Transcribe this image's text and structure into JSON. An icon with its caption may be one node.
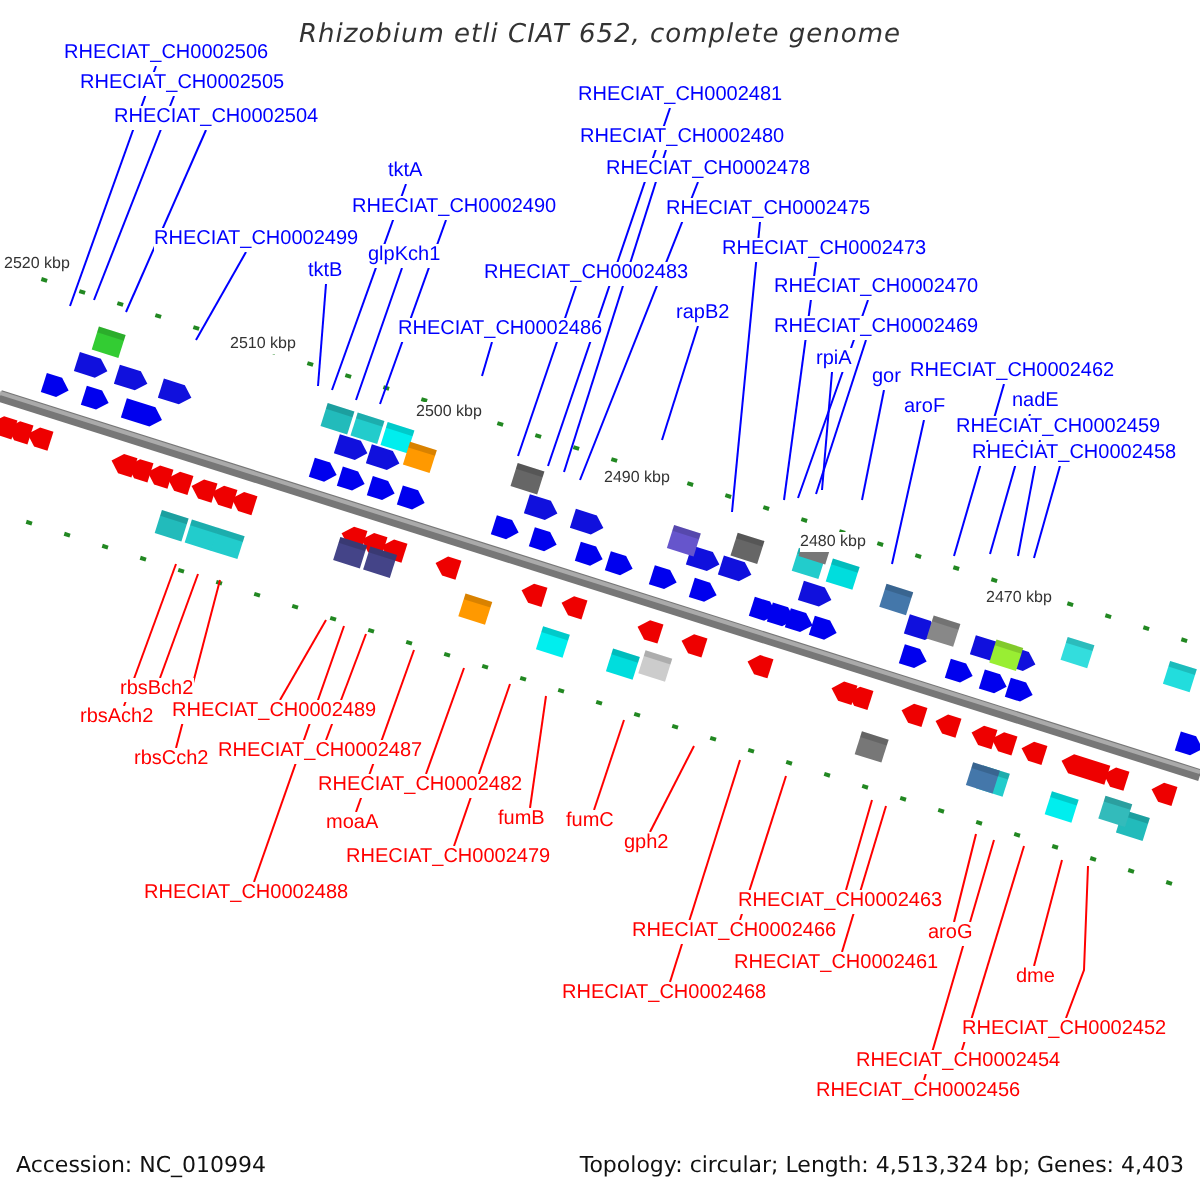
{
  "diagram": {
    "title": "Rhizobium etli CIAT 652, complete genome",
    "nodes": [
      {
        "text": [
          "RHECIAT_CH0002506"
        ]
      },
      {
        "text": [
          "RHECIAT_CH0002505"
        ]
      },
      {
        "text": [
          "RHECIAT_CH0002481"
        ]
      },
      {
        "text": [
          "RHECIAT_CH0002504"
        ]
      },
      {
        "text": [
          "RHECIAT_CH0002480"
        ]
      },
      {
        "text": [
          "RHECIAT_CH0002478"
        ]
      },
      {
        "text": [
          "tktA"
        ]
      },
      {
        "text": [
          "RHECIAT_CH0002490"
        ]
      },
      {
        "text": [
          "RHECIAT_CH0002475"
        ]
      },
      {
        "text": [
          "RHECIAT_CH0002499"
        ]
      },
      {
        "text": [
          "RHECIAT_CH0002473"
        ]
      },
      {
        "text": [
          "glpKch1"
        ]
      },
      {
        "text": [
          "tktB"
        ]
      },
      {
        "text": [
          "RHECIAT_CH0002483"
        ]
      },
      {
        "text": [
          "RHECIAT_CH0002470"
        ]
      },
      {
        "text": [
          "rapB2"
        ]
      },
      {
        "text": [
          "RHECIAT_CH0002486"
        ]
      },
      {
        "text": [
          "RHECIAT_CH0002469"
        ]
      },
      {
        "text": [
          "rpiA"
        ]
      },
      {
        "text": [
          "RHECIAT_CH0002462"
        ]
      },
      {
        "text": [
          "gor"
        ]
      },
      {
        "text": [
          "nadE"
        ]
      },
      {
        "text": [
          "aroF"
        ]
      },
      {
        "text": [
          "RHECIAT_CH0002459"
        ]
      },
      {
        "text": [
          "RHECIAT_CH0002458"
        ]
      },
      {
        "text": [
          "rbsBch2"
        ]
      },
      {
        "text": [
          "RHECIAT_CH0002489"
        ]
      },
      {
        "text": [
          "rbsAch2"
        ]
      },
      {
        "text": [
          "RHECIAT_CH0002487"
        ]
      },
      {
        "text": [
          "rbsCch2"
        ]
      },
      {
        "text": [
          "RHECIAT_CH0002482"
        ]
      },
      {
        "text": [
          "fumB"
        ]
      },
      {
        "text": [
          "fumC"
        ]
      },
      {
        "text": [
          "moaA"
        ]
      },
      {
        "text": [
          "gph2"
        ]
      },
      {
        "text": [
          "RHECIAT_CH0002479"
        ]
      },
      {
        "text": [
          "RHECIAT_CH0002488"
        ]
      },
      {
        "text": [
          "RHECIAT_CH0002463"
        ]
      },
      {
        "text": [
          "RHECIAT_CH0002466"
        ]
      },
      {
        "text": [
          "aroG"
        ]
      },
      {
        "text": [
          "RHECIAT_CH0002461"
        ]
      },
      {
        "text": [
          "dme"
        ]
      },
      {
        "text": [
          "RHECIAT_CH0002468"
        ]
      },
      {
        "text": [
          "RHECIAT_CH0002452"
        ]
      },
      {
        "text": [
          "RHECIAT_CH0002454"
        ]
      },
      {
        "text": [
          "RHECIAT_CH0002456"
        ]
      }
    ],
    "edges": [
      {
        "from": 0,
        "to": null,
        "arrow": "none"
      },
      {
        "from": 1,
        "to": null,
        "arrow": "none"
      },
      {
        "from": 2,
        "to": null,
        "arrow": "none"
      },
      {
        "from": 3,
        "to": null,
        "arrow": "none"
      },
      {
        "from": 4,
        "to": null,
        "arrow": "none"
      },
      {
        "from": 5,
        "to": null,
        "arrow": "none"
      },
      {
        "from": 6,
        "to": null,
        "arrow": "none"
      },
      {
        "from": 7,
        "to": null,
        "arrow": "none"
      },
      {
        "from": 8,
        "to": null,
        "arrow": "none"
      },
      {
        "from": 9,
        "to": null,
        "arrow": "none"
      },
      {
        "from": 10,
        "to": null,
        "arrow": "none"
      },
      {
        "from": 11,
        "to": null,
        "arrow": "none"
      },
      {
        "from": 12,
        "to": null,
        "arrow": "none"
      },
      {
        "from": 13,
        "to": null,
        "arrow": "none"
      },
      {
        "from": 14,
        "to": null,
        "arrow": "none"
      },
      {
        "from": 15,
        "to": null,
        "arrow": "none"
      },
      {
        "from": 16,
        "to": null,
        "arrow": "none"
      },
      {
        "from": 17,
        "to": null,
        "arrow": "none"
      },
      {
        "from": 18,
        "to": null,
        "arrow": "none"
      },
      {
        "from": 19,
        "to": null,
        "arrow": "none"
      },
      {
        "from": 20,
        "to": null,
        "arrow": "none"
      },
      {
        "from": 21,
        "to": null,
        "arrow": "none"
      },
      {
        "from": 22,
        "to": null,
        "arrow": "none"
      },
      {
        "from": 23,
        "to": null,
        "arrow": "none"
      },
      {
        "from": 24,
        "to": null,
        "arrow": "none"
      },
      {
        "from": 25,
        "to": null,
        "arrow": "none",
        "color": "#ff0000"
      },
      {
        "from": 26,
        "to": null,
        "arrow": "none",
        "color": "#ff0000"
      },
      {
        "from": 27,
        "to": null,
        "arrow": "none",
        "color": "#ff0000"
      },
      {
        "from": 28,
        "to": null,
        "arrow": "none",
        "color": "#ff0000"
      },
      {
        "from": 29,
        "to": null,
        "arrow": "none",
        "color": "#ff0000"
      },
      {
        "from": 30,
        "to": null,
        "arrow": "none",
        "color": "#ff0000"
      },
      {
        "from": 31,
        "to": null,
        "arrow": "none",
        "color": "#ff0000"
      },
      {
        "from": 32,
        "to": null,
        "arrow": "none",
        "color": "#ff0000"
      },
      {
        "from": 33,
        "to": null,
        "arrow": "none",
        "color": "#ff0000"
      },
      {
        "from": 34,
        "to": null,
        "arrow": "none",
        "color": "#ff0000"
      },
      {
        "from": 35,
        "to": null,
        "arrow": "none",
        "color": "#ff0000"
      },
      {
        "from": 36,
        "to": null,
        "arrow": "none",
        "color": "#ff0000"
      },
      {
        "from": 37,
        "to": null,
        "arrow": "none",
        "color": "#ff0000"
      },
      {
        "from": 38,
        "to": null,
        "arrow": "none",
        "color": "#ff0000"
      },
      {
        "from": 39,
        "to": null,
        "arrow": "none",
        "color": "#ff0000"
      },
      {
        "from": 40,
        "to": null,
        "arrow": "none",
        "color": "#ff0000"
      },
      {
        "from": 41,
        "to": null,
        "arrow": "none",
        "color": "#ff0000"
      },
      {
        "from": 42,
        "to": null,
        "arrow": "none",
        "color": "#ff0000"
      },
      {
        "from": 43,
        "to": null,
        "arrow": "none",
        "color": "#ff0000"
      },
      {
        "from": 44,
        "to": null,
        "arrow": "none",
        "color": "#ff0000"
      },
      {
        "from": 45,
        "to": null,
        "arrow": "none",
        "color": "#ff0000"
      }
    ],
    "labels": [
      "2520 kbp",
      "2510 kbp",
      "2500 kbp",
      "2490 kbp",
      "2480 kbp",
      "2470 kbp",
      "Accession: NC_010994",
      "Topology: circular; Length: 4,513,324 bp; Genes: 4,403"
    ]
  }
}
